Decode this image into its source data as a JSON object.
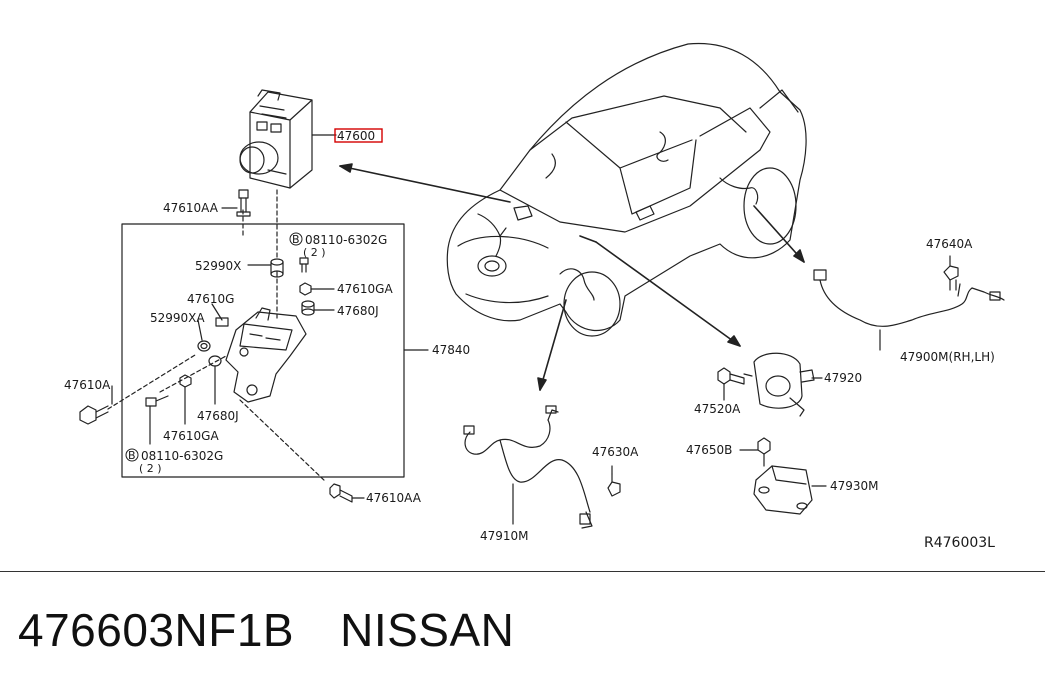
{
  "labels": {
    "p47600": "47600",
    "p47610AA_top": "47610AA",
    "p08110_top": "08110-6302G",
    "p08110_top_qty": "( 2 )",
    "p52990X": "52990X",
    "p47610GA_right": "47610GA",
    "p47610G": "47610G",
    "p47680J_right": "47680J",
    "p52990XA": "52990XA",
    "p47840": "47840",
    "p47610A": "47610A",
    "p47680J_bottom": "47680J",
    "p47610GA_bottom": "47610GA",
    "p08110_bottom": "08110-6302G",
    "p08110_bottom_qty": "( 2 )",
    "p47610AA_bottom": "47610AA",
    "p47910M": "47910M",
    "p47630A": "47630A",
    "p47640A": "47640A",
    "p47900M": "47900M(RH,LH)",
    "p47920": "47920",
    "p47520A": "47520A",
    "p47650B": "47650B",
    "p47930M": "47930M",
    "drawing_code": "R476003L",
    "bolt_marker": "B"
  },
  "highlight_color": "#d40000",
  "footer": {
    "part_number": "476603NF1B",
    "brand": "NISSAN"
  }
}
